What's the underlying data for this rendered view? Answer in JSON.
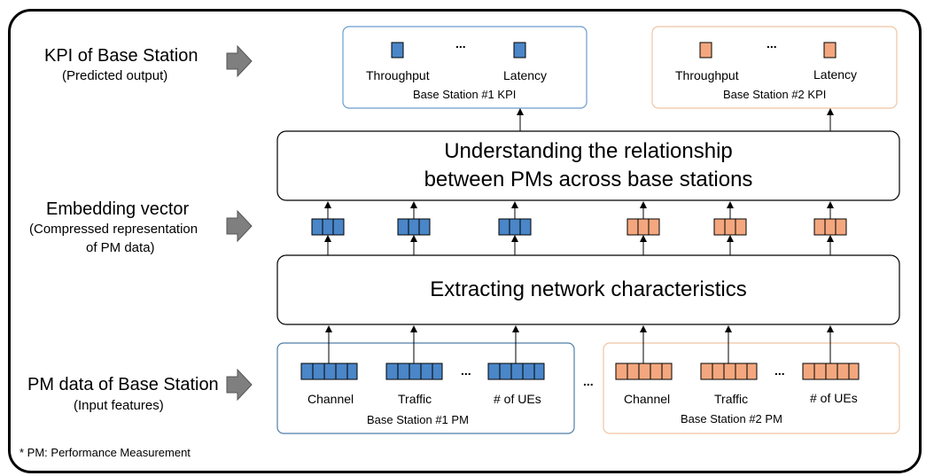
{
  "left_labels": {
    "kpi_title": "KPI of Base Station",
    "kpi_sub": "(Predicted output)",
    "embed_title": "Embedding vector",
    "embed_sub1": "(Compressed representation",
    "embed_sub2": "of PM data)",
    "pm_title": "PM data of Base Station",
    "pm_sub": "(Input features)"
  },
  "kpi_boxes": [
    {
      "items": [
        "Throughput",
        "Latency"
      ],
      "ellipsis": "...",
      "caption": "Base Station #1 KPI",
      "color": "#4a86c8",
      "border": "#6a9ccc"
    },
    {
      "items": [
        "Throughput",
        "Latency"
      ],
      "ellipsis": "...",
      "caption": "Base Station #2 KPI",
      "color": "#f4a77e",
      "border": "#f0c4a2"
    }
  ],
  "relationship_block": {
    "line1": "Understanding the relationship",
    "line2": "between PMs across base stations"
  },
  "extract_block": {
    "text": "Extracting network characteristics"
  },
  "pm_boxes": [
    {
      "items": [
        "Channel",
        "Traffic",
        "# of UEs"
      ],
      "ellipsis": "...",
      "caption": "Base Station #1 PM",
      "color": "#4a86c8",
      "border": "#4f7ea8"
    },
    {
      "items": [
        "Channel",
        "Traffic",
        "# of UEs"
      ],
      "ellipsis": "...",
      "caption": "Base Station #2 PM",
      "color": "#f4a77e",
      "border": "#f0c4a2"
    }
  ],
  "between_ellipsis": "...",
  "footnote": "* PM: Performance Measurement",
  "colors": {
    "blue": "#4a86c8",
    "orange": "#f4a77e",
    "arrow": "#7f7f7f",
    "stroke": "#000000"
  }
}
